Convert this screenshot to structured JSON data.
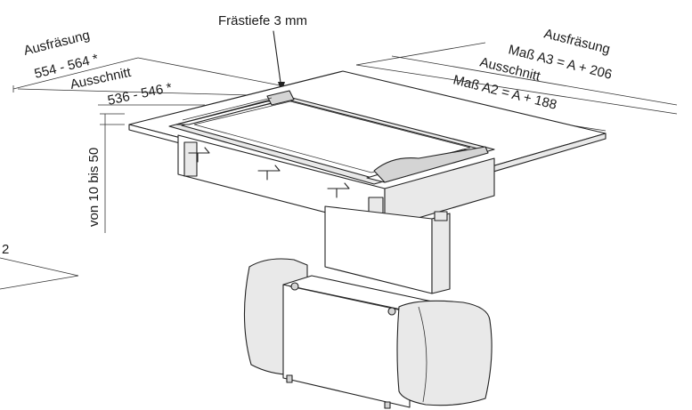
{
  "labels": {
    "milling_depth": "Frästiefe 3 mm",
    "left_milling_title": "Ausfräsung",
    "left_milling_value": "554 - 564 *",
    "left_cutout_title": "Ausschnitt",
    "left_cutout_value": "536 - 546 *",
    "right_milling_title": "Ausfräsung",
    "right_milling_value": "Maß A3 = A + 206",
    "right_cutout_title": "Ausschnitt",
    "right_cutout_value": "Maß A2 = A + 188",
    "thickness": "von 10 bis 50",
    "partial_label": "2"
  },
  "colors": {
    "line": "#222222",
    "panel": "#e9e9e9",
    "shade": "#d4d4d4"
  }
}
